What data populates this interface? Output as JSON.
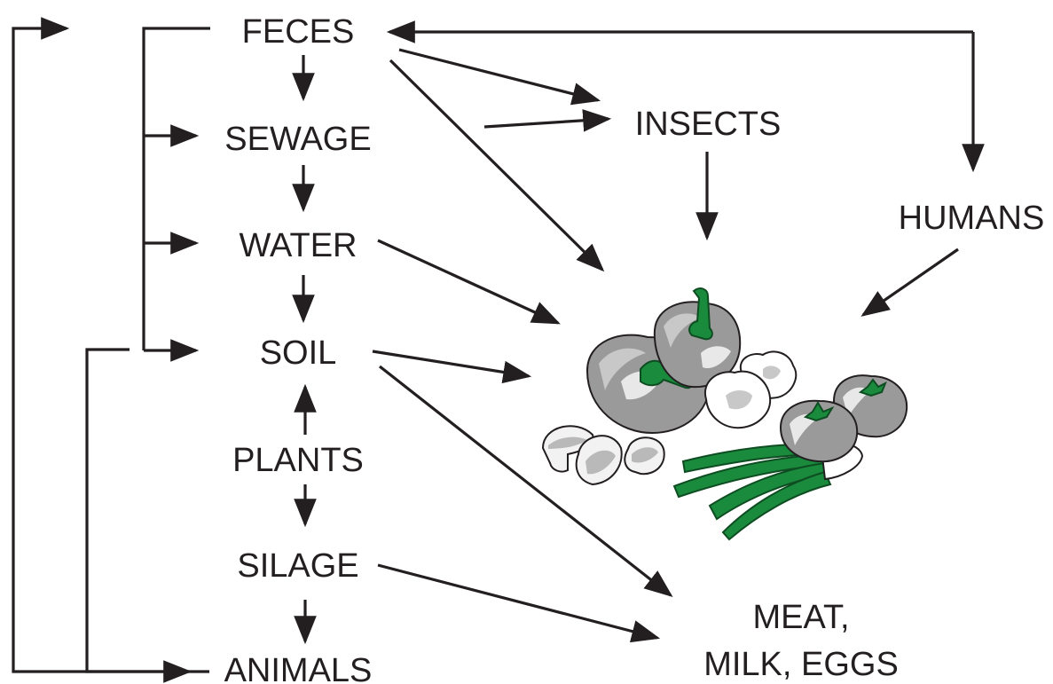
{
  "nodes": {
    "feces": "FECES",
    "sewage": "SEWAGE",
    "water": "WATER",
    "soil": "SOIL",
    "plants": "PLANTS",
    "silage": "SILAGE",
    "animals": "ANIMALS",
    "insects": "INSECTS",
    "humans": "HUMANS",
    "products_line1": "MEAT,",
    "products_line2": "MILK, EGGS"
  },
  "illustration": {
    "subject": "vegetables",
    "items": [
      "bell-pepper",
      "bell-pepper",
      "pattypan-squash",
      "tomato",
      "tomato",
      "mushroom",
      "mushroom",
      "mushroom",
      "green-onions"
    ],
    "colors": {
      "outline": "#231f20",
      "gray": "#9a9a9a",
      "green": "#1a8a3c"
    }
  },
  "edges": [
    {
      "from": "feces",
      "to": "sewage"
    },
    {
      "from": "sewage",
      "to": "water"
    },
    {
      "from": "water",
      "to": "soil"
    },
    {
      "from": "feces",
      "to": "sewage",
      "via": "left-bracket"
    },
    {
      "from": "feces",
      "to": "water",
      "via": "left-bracket"
    },
    {
      "from": "feces",
      "to": "soil",
      "via": "left-bracket"
    },
    {
      "from": "plants",
      "to": "soil"
    },
    {
      "from": "plants",
      "to": "silage"
    },
    {
      "from": "silage",
      "to": "animals"
    },
    {
      "from": "animals",
      "to": "feces",
      "via": "outer-loop"
    },
    {
      "from": "soil",
      "to": "animals",
      "via": "inner-loop"
    },
    {
      "from": "feces",
      "to": "insects"
    },
    {
      "from": "sewage",
      "to": "insects"
    },
    {
      "from": "feces",
      "to": "humans",
      "bidirectional": true
    },
    {
      "from": "feces",
      "to": "vegetables"
    },
    {
      "from": "insects",
      "to": "vegetables"
    },
    {
      "from": "humans",
      "to": "vegetables"
    },
    {
      "from": "water",
      "to": "vegetables"
    },
    {
      "from": "soil",
      "to": "vegetables"
    },
    {
      "from": "soil",
      "to": "meat-milk-eggs"
    },
    {
      "from": "silage",
      "to": "meat-milk-eggs"
    }
  ]
}
